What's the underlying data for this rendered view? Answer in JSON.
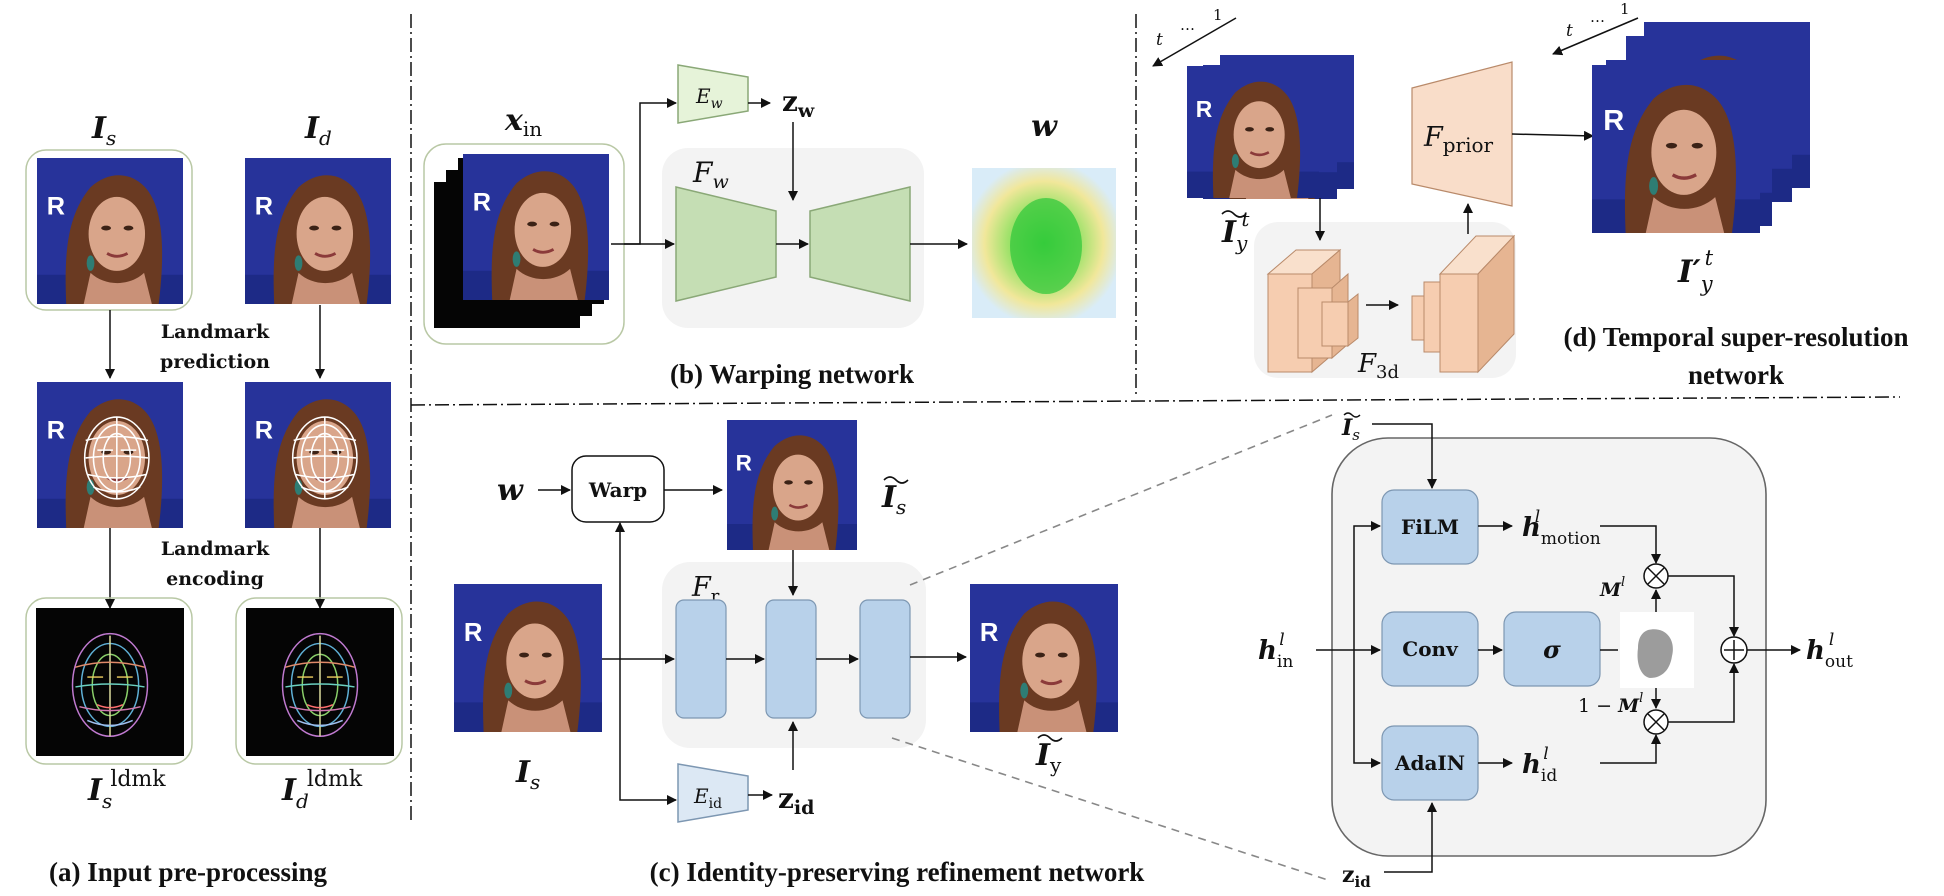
{
  "colors": {
    "face_bg": "#27339a",
    "skin": "#d9a58a",
    "hair": "#6a3a22",
    "green_block": "#c5deb4",
    "light_green_block": "#e6f3d9",
    "blue_block": "#b8d1ea",
    "peach_block": "#f6cdb0",
    "panel_gray": "#f3f3f3",
    "frame_green": "#b9c8a5"
  },
  "captions": {
    "a": "(a) Input pre-processing",
    "b": "(b) Warping  network",
    "c": "(c) Identity-preserving refinement network",
    "d1": "(d) Temporal super-resolution",
    "d2": "network"
  },
  "panel_a": {
    "I": "I",
    "s": "s",
    "d": "d",
    "ldmk": "ldmk",
    "landmark_prediction_1": "Landmark",
    "landmark_prediction_2": "prediction",
    "landmark_encoding_1": "Landmark",
    "landmark_encoding_2": "encoding"
  },
  "panel_b": {
    "x": "x",
    "x_sub": "in",
    "E": "E",
    "E_sub": "w",
    "z": "z",
    "z_sub": "w",
    "F": "F",
    "F_sub": "w",
    "w": "w"
  },
  "panel_c": {
    "w": "w",
    "warp": "Warp",
    "I": "I",
    "s": "s",
    "y": "y",
    "F": "F",
    "F_sub": "r",
    "E": "E",
    "E_sub": "id",
    "z": "z",
    "z_sub": "id"
  },
  "panel_d": {
    "t": "t",
    "dots": "…",
    "one": "1",
    "F": "F",
    "F_prior_sub": "prior",
    "F_3d_sub": "3d",
    "I": "I",
    "I_prime": "I′",
    "y": "y",
    "t_sup": "t"
  },
  "block_detail": {
    "I": "I",
    "s": "s",
    "film": "FiLM",
    "conv": "Conv",
    "sigma": "σ",
    "adain": "AdaIN",
    "h": "h",
    "l": "l",
    "motion": "motion",
    "in": "in",
    "id": "id",
    "out": "out",
    "M": "M",
    "one_minus": "1 − ",
    "z": "z",
    "z_sub": "id"
  }
}
